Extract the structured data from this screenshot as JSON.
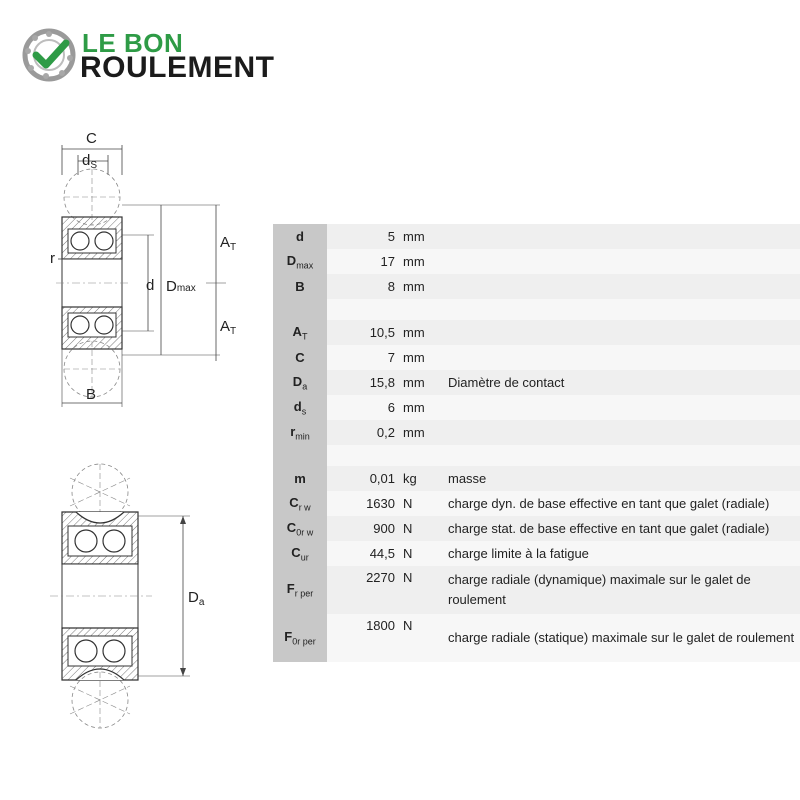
{
  "logo": {
    "line1": "LE BON",
    "line2": "ROULEMENT",
    "icon": "bearing-check-icon",
    "colors": {
      "green": "#2e9b46",
      "dark": "#1b1b1b"
    }
  },
  "drawing_top": {
    "labels": {
      "C": "C",
      "ds": "d",
      "ds_sub": "S",
      "r": "r",
      "d": "d",
      "Dmax": "D",
      "Dmax_sub": "max",
      "AT1": "A",
      "AT1_sub": "T",
      "AT2": "A",
      "AT2_sub": "T",
      "B": "B"
    }
  },
  "drawing_bottom": {
    "labels": {
      "Da": "D",
      "Da_sub": "a"
    }
  },
  "specs": {
    "rows": [
      {
        "sym": "d",
        "sub": "",
        "value": "5",
        "unit": "mm",
        "desc": ""
      },
      {
        "sym": "D",
        "sub": "max",
        "value": "17",
        "unit": "mm",
        "desc": ""
      },
      {
        "sym": "B",
        "sub": "",
        "value": "8",
        "unit": "mm",
        "desc": ""
      },
      {
        "sym": "A",
        "sub": "T",
        "value": "10,5",
        "unit": "mm",
        "desc": ""
      },
      {
        "sym": "C",
        "sub": "",
        "value": "7",
        "unit": "mm",
        "desc": ""
      },
      {
        "sym": "D",
        "sub": "a",
        "value": "15,8",
        "unit": "mm",
        "desc": "Diamètre de contact"
      },
      {
        "sym": "d",
        "sub": "s",
        "value": "6",
        "unit": "mm",
        "desc": ""
      },
      {
        "sym": "r",
        "sub": "min",
        "value": "0,2",
        "unit": "mm",
        "desc": ""
      },
      {
        "sym": "m",
        "sub": "",
        "value": "0,01",
        "unit": "kg",
        "desc": "masse"
      },
      {
        "sym": "C",
        "sub": "r w",
        "value": "1630",
        "unit": "N",
        "desc": "charge dyn. de base effective en tant que galet (radiale)"
      },
      {
        "sym": "C",
        "sub": "0r w",
        "value": "900",
        "unit": "N",
        "desc": "charge stat. de base effective en tant que galet (radiale)"
      },
      {
        "sym": "C",
        "sub": "ur",
        "value": "44,5",
        "unit": "N",
        "desc": "charge limite à la fatigue"
      },
      {
        "sym": "F",
        "sub": "r per",
        "value": "2270",
        "unit": "N",
        "desc": "charge radiale (dynamique) maximale sur le galet de roulement"
      },
      {
        "sym": "F",
        "sub": "0r per",
        "value": "1800",
        "unit": "N",
        "desc": "charge radiale (statique) maximale sur le galet de roulement"
      }
    ]
  }
}
